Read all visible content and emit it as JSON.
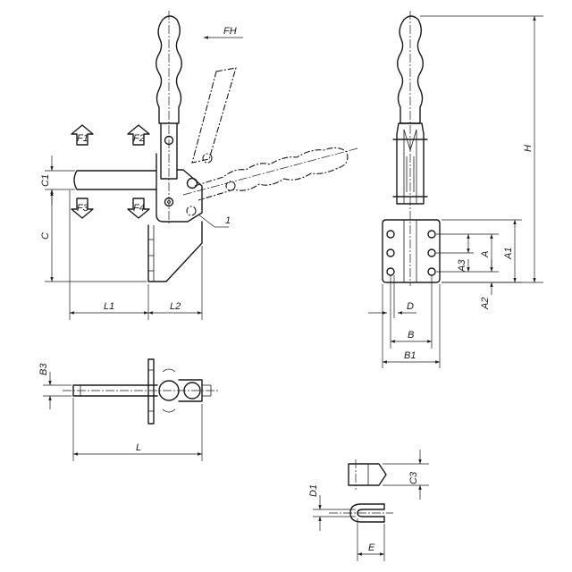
{
  "labels": {
    "FH": "FH",
    "F1": "F1",
    "F2": "F2",
    "F3": "F3",
    "F4": "F4",
    "C1": "C1",
    "C": "C",
    "L1": "L1",
    "L2": "L2",
    "callout": "1",
    "H": "H",
    "A": "A",
    "A1": "A1",
    "A2": "A2",
    "A3": "A3",
    "D": "D",
    "B": "B",
    "B1": "B1",
    "B3": "B3",
    "L": "L",
    "C3": "C3",
    "D1": "D1",
    "E": "E"
  }
}
